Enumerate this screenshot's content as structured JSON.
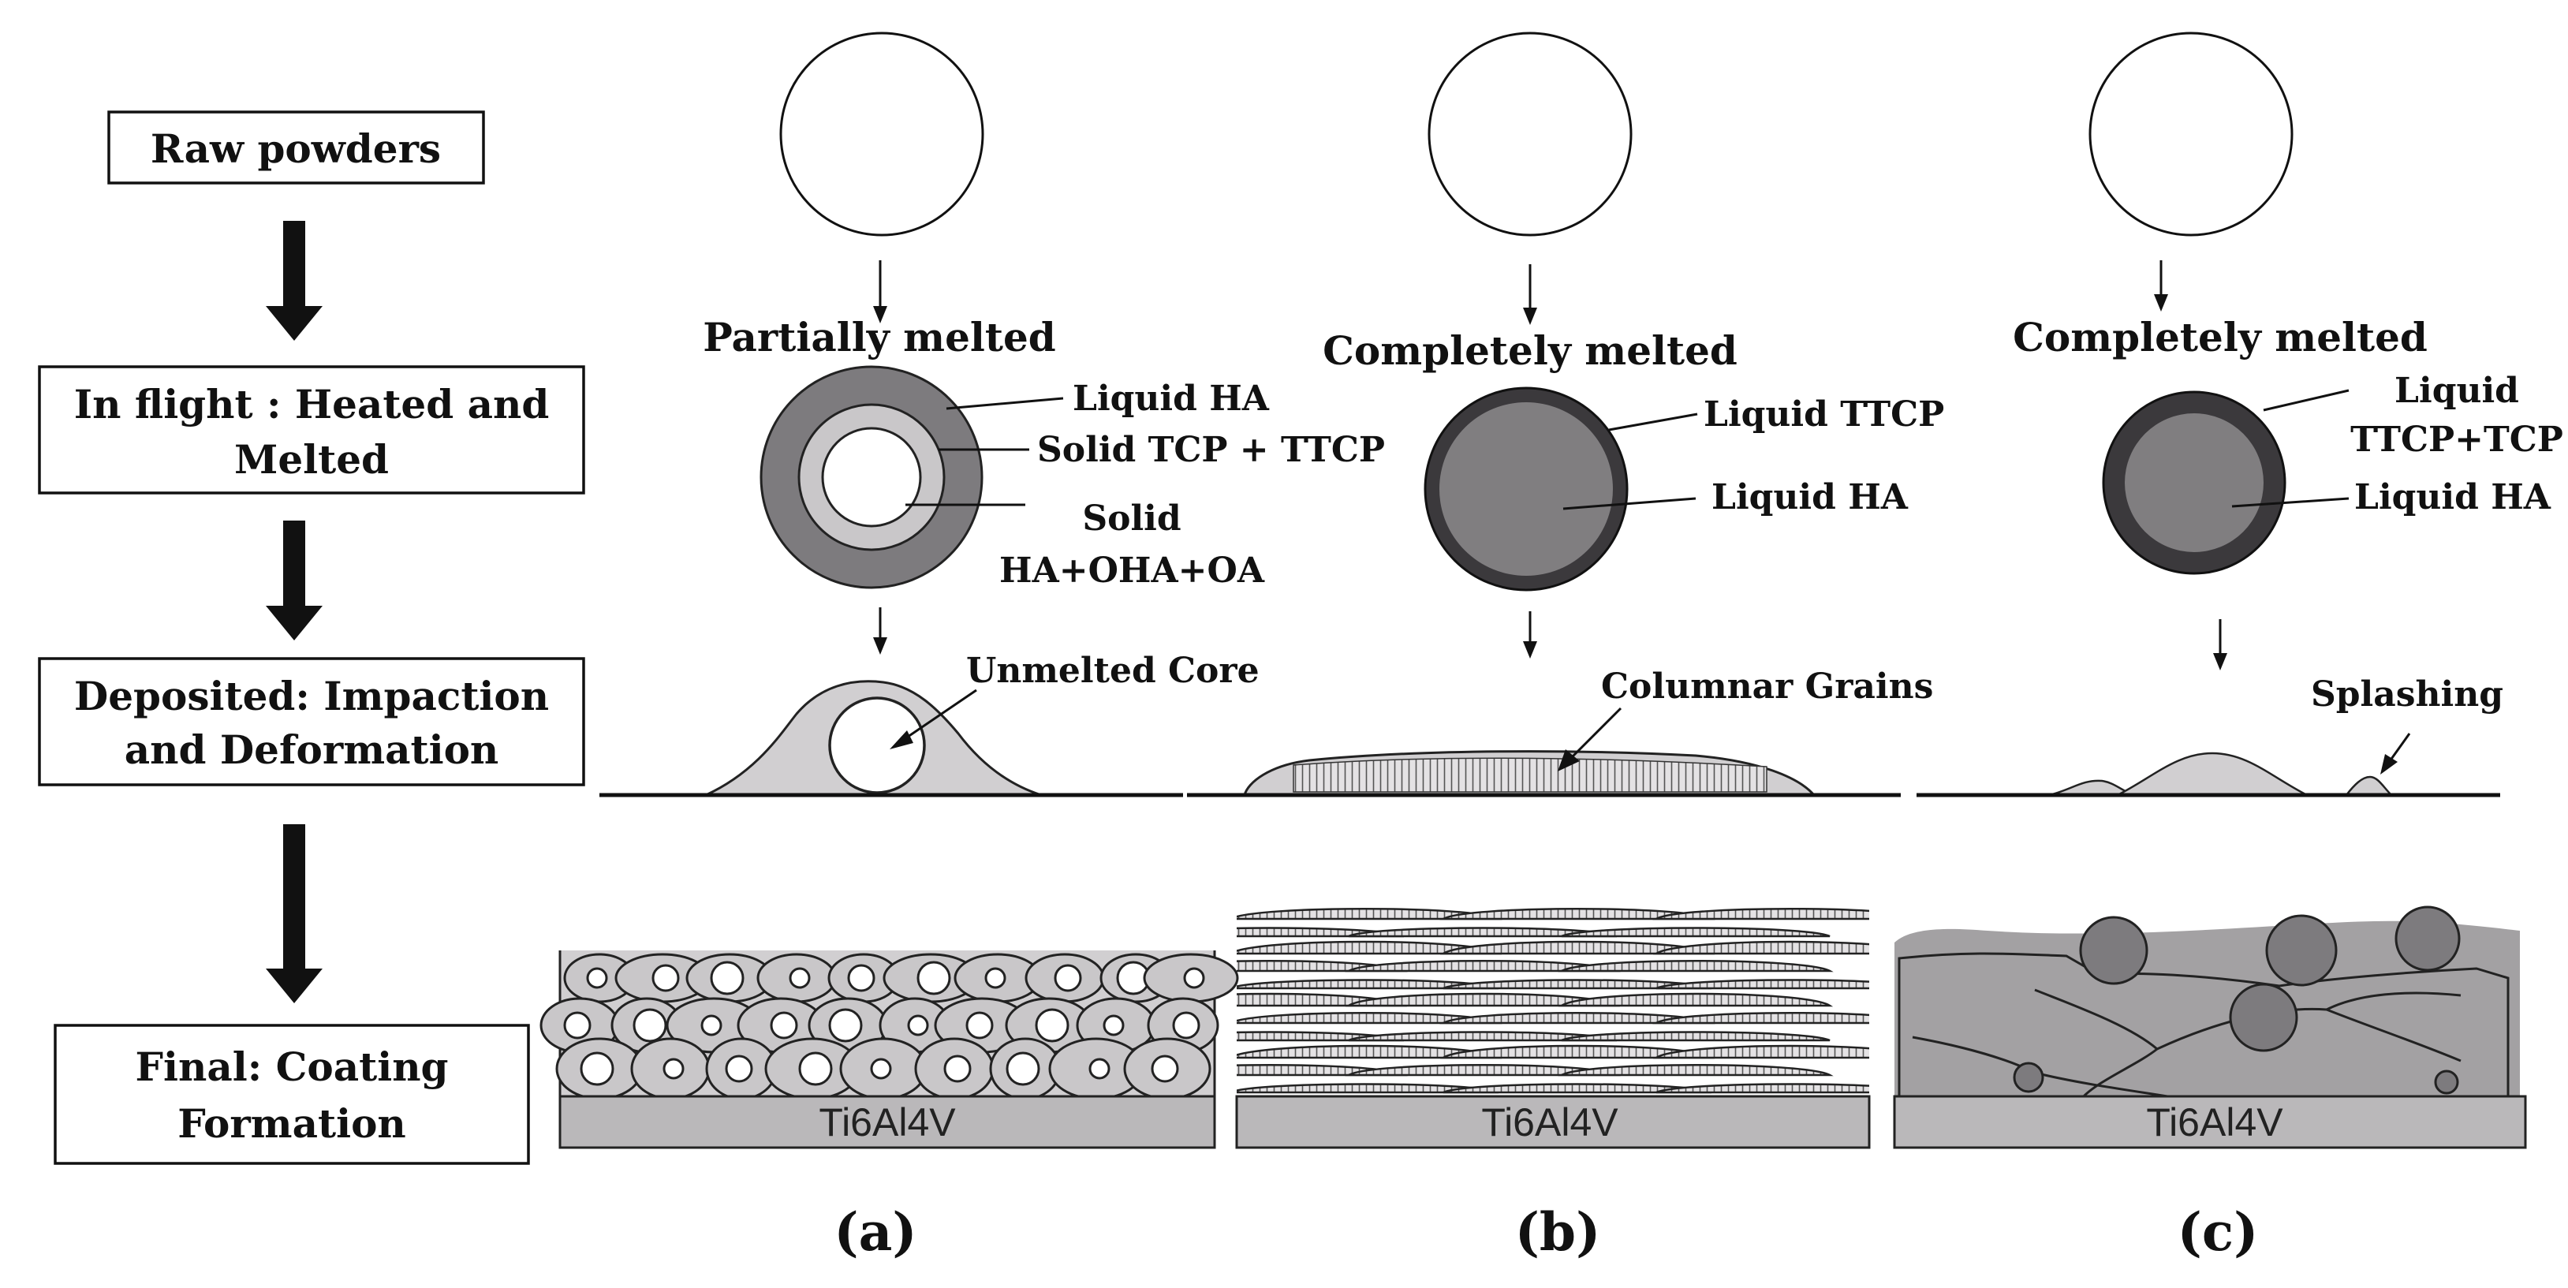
{
  "process": {
    "raw": "Raw powders",
    "inflight": [
      "In flight :  Heated and",
      "Melted"
    ],
    "deposited": [
      "Deposited:  Impaction",
      "and Deformation"
    ],
    "final": [
      "Final: Coating",
      "Formation"
    ]
  },
  "panel_a": {
    "header": "Partially melted",
    "liquid_ha": "Liquid HA",
    "solid_tcp": "Solid TCP + TTCP",
    "solid": "Solid",
    "solid_phases": "HA+OHA+OA",
    "unmelted": "Unmelted Core",
    "substrate": "Ti6Al4V",
    "caption": "(a)"
  },
  "panel_b": {
    "header": "Completely melted",
    "liquid_ttcp": "Liquid TTCP",
    "liquid_ha": "Liquid HA",
    "columnar": "Columnar Grains",
    "substrate": "Ti6Al4V",
    "caption": "(b)"
  },
  "panel_c": {
    "header": "Completely melted",
    "liquid": "Liquid",
    "liquid_phases": "TTCP+TCP",
    "liquid_ha": "Liquid HA",
    "splashing": "Splashing",
    "substrate": "Ti6Al4V",
    "caption": "(c)"
  },
  "colors": {
    "outer_ring": "#7d7b7e",
    "tcp_ring": "#c9c7c9",
    "dark_shell": "#3b393c",
    "liquid_core": "#807e80",
    "splat": "#d1cfd1",
    "substrate": "#bab8ba",
    "coating_c": "#a3a1a3",
    "unmelted_particle": "#7d7b7e"
  }
}
